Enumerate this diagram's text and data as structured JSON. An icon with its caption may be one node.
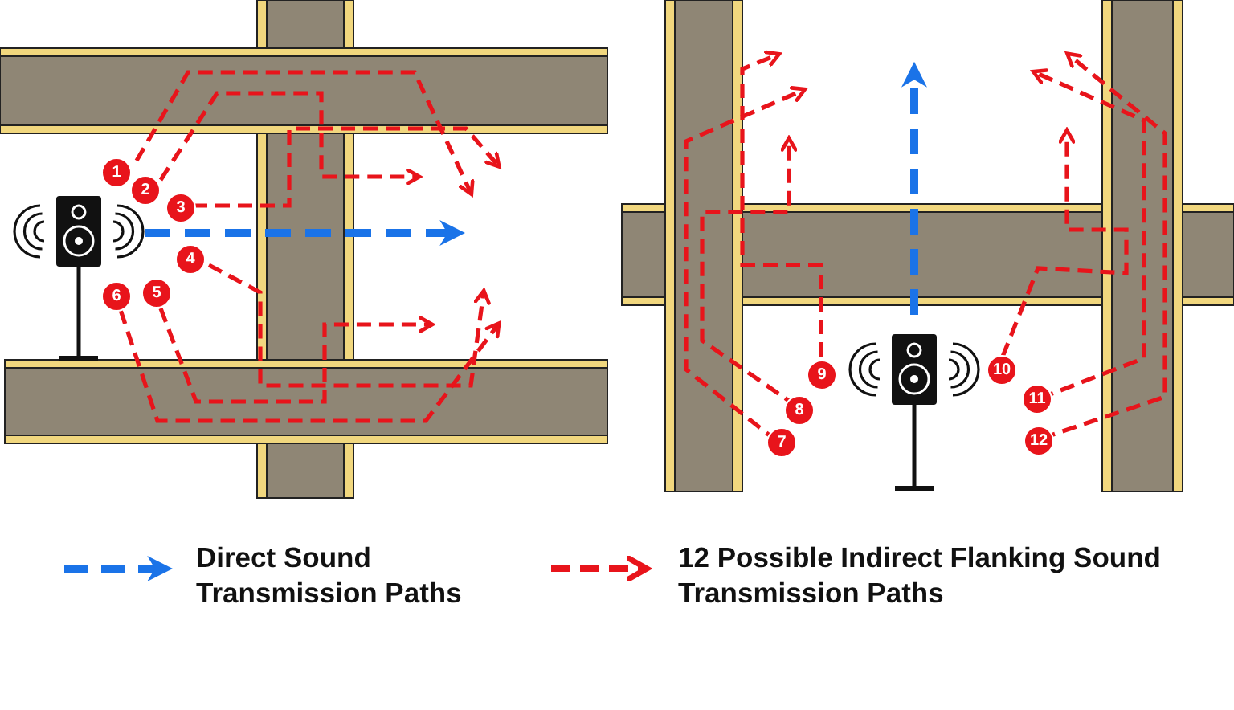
{
  "diagram": {
    "labels": [
      "1",
      "2",
      "3",
      "4",
      "5",
      "6",
      "7",
      "8",
      "9",
      "10",
      "11",
      "12"
    ],
    "legend": [
      {
        "text": "Direct Sound Transmission Paths"
      },
      {
        "text": "12 Possible Indirect Flanking Sound Transmission Paths"
      }
    ]
  }
}
